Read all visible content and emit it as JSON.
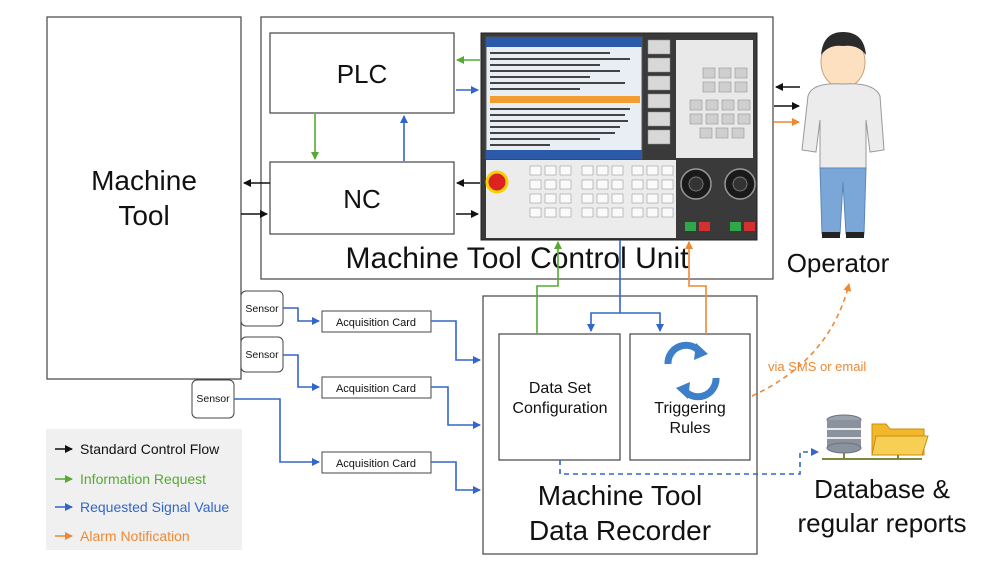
{
  "colors": {
    "standard": "#111111",
    "information": "#55aa33",
    "requested": "#3366cc",
    "alarm": "#ee8833",
    "box_border": "#444444"
  },
  "labels": {
    "machine_tool_line1": "Machine",
    "machine_tool_line2": "Tool",
    "plc": "PLC",
    "nc": "NC",
    "control_unit": "Machine Tool Control Unit",
    "operator": "Operator",
    "sensor": "Sensor",
    "acquisition_card": "Acquisition Card",
    "data_set_line1": "Data Set",
    "data_set_line2": "Configuration",
    "triggering_line1": "Triggering",
    "triggering_line2": "Rules",
    "recorder_line1": "Machine Tool",
    "recorder_line2": "Data Recorder",
    "via_sms": "via SMS or email",
    "database_line1": "Database &",
    "database_line2": "regular reports"
  },
  "legend": [
    {
      "label": "Standard Control Flow",
      "color": "#111111"
    },
    {
      "label": "Information Request",
      "color": "#55aa33"
    },
    {
      "label": "Requested Signal Value",
      "color": "#3366cc"
    },
    {
      "label": "Alarm Notification",
      "color": "#ee8833"
    }
  ]
}
